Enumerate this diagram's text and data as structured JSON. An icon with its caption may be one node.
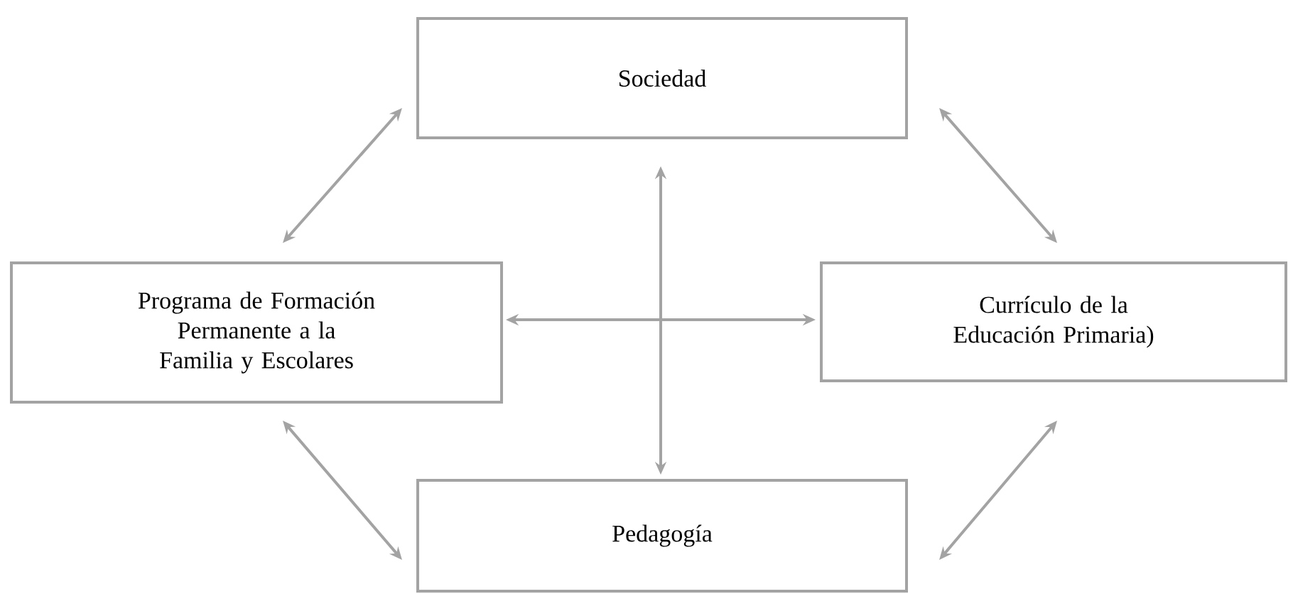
{
  "diagram": {
    "nodes": [
      {
        "text": [
          "Sociedad"
        ]
      },
      {
        "text": [
          "Programa de Formación Permanente a la Familia y Escolares"
        ]
      },
      {
        "text": [
          "Currículo de la Educación Primaria)"
        ]
      },
      {
        "text": [
          "Pedagogía"
        ]
      }
    ],
    "edges": [
      {
        "from": 0,
        "to": 1,
        "arrow": "both"
      },
      {
        "from": 0,
        "to": 2,
        "arrow": "both"
      },
      {
        "from": 1,
        "to": 2,
        "arrow": "both"
      },
      {
        "from": 0,
        "to": 3,
        "arrow": "both"
      },
      {
        "from": 1,
        "to": 3,
        "arrow": "both"
      },
      {
        "from": 2,
        "to": 3,
        "arrow": "both"
      }
    ]
  }
}
